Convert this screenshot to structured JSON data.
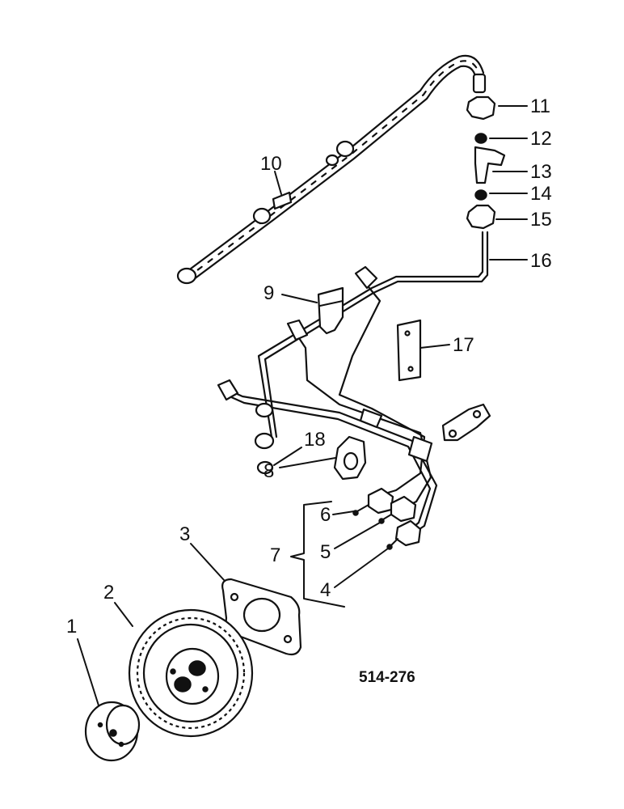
{
  "figure": {
    "reference_code": "514-276",
    "callouts": [
      "1",
      "2",
      "3",
      "4",
      "5",
      "6",
      "7",
      "8",
      "9",
      "10",
      "11",
      "12",
      "13",
      "14",
      "15",
      "16",
      "17",
      "18"
    ]
  }
}
